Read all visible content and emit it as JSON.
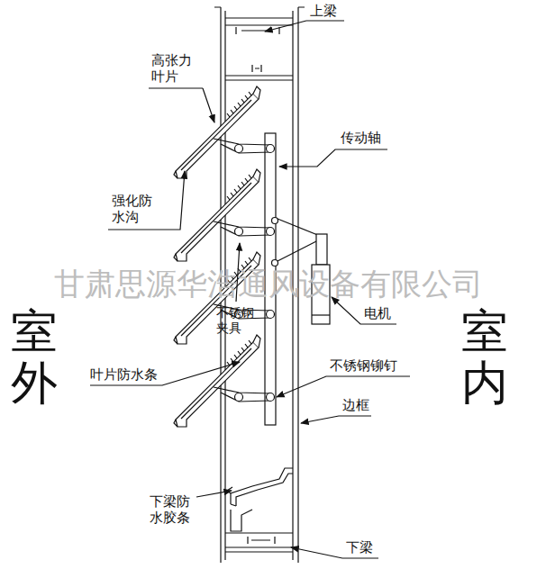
{
  "diagram": {
    "labels": [
      "上梁",
      "高张力 叶片",
      "传动轴",
      "强化防 水沟",
      "甘肃思源华浩通风设备有限公司",
      "不锈钢 夹具",
      "电机",
      "室外",
      "室内",
      "叶片防水条",
      "不锈钢铆钉",
      "边框",
      "下梁防 水胶条",
      "下梁"
    ]
  }
}
